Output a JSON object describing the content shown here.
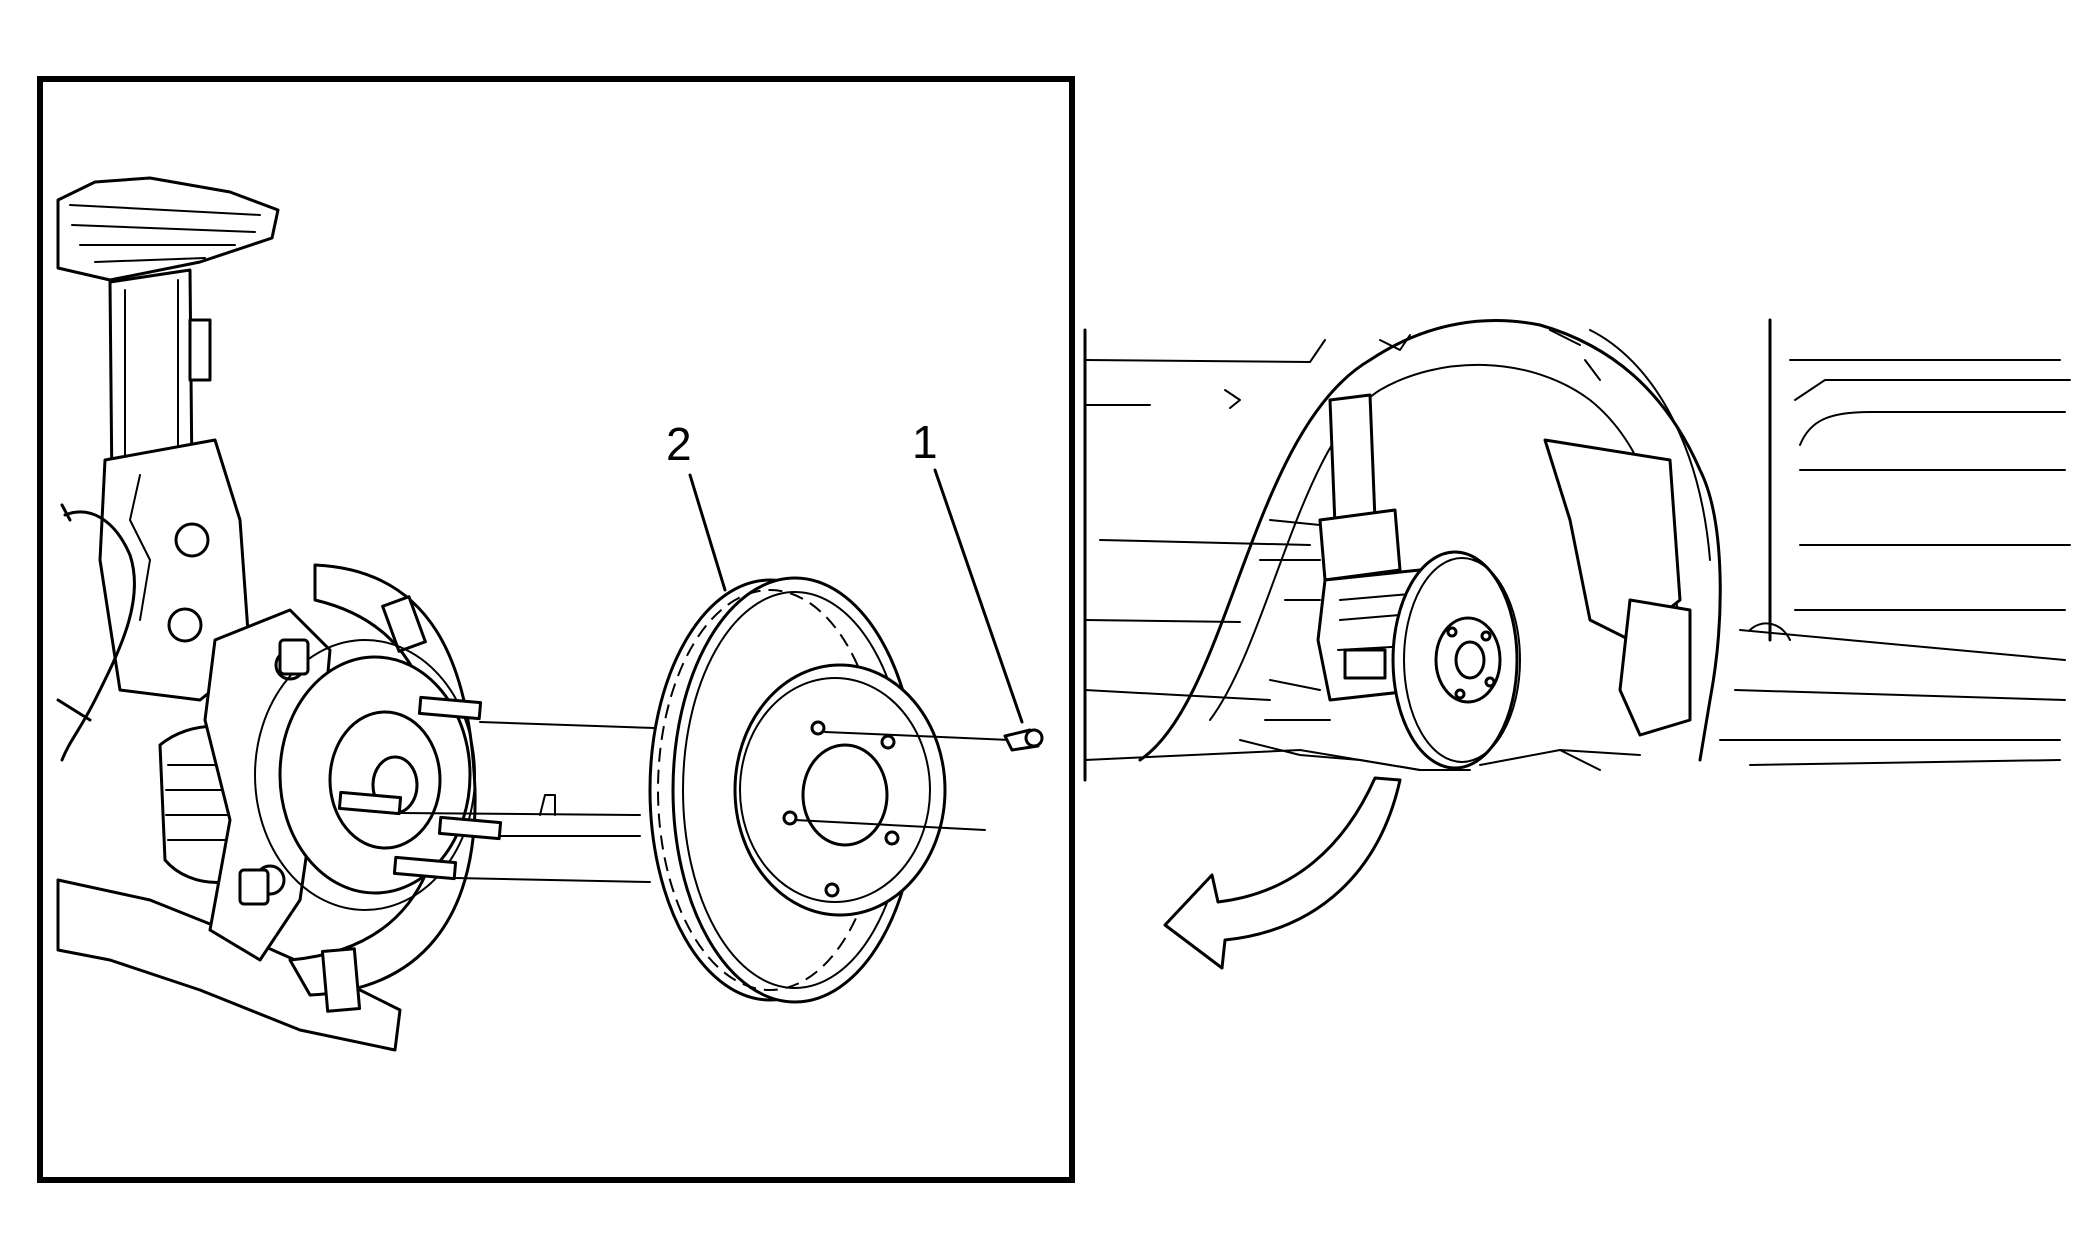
{
  "figure": {
    "callouts": [
      {
        "id": "callout-1",
        "label": "1"
      },
      {
        "id": "callout-2",
        "label": "2"
      }
    ],
    "arrow_direction": "counter-clockwise",
    "line_color": "#000000",
    "background_color": "#ffffff"
  }
}
